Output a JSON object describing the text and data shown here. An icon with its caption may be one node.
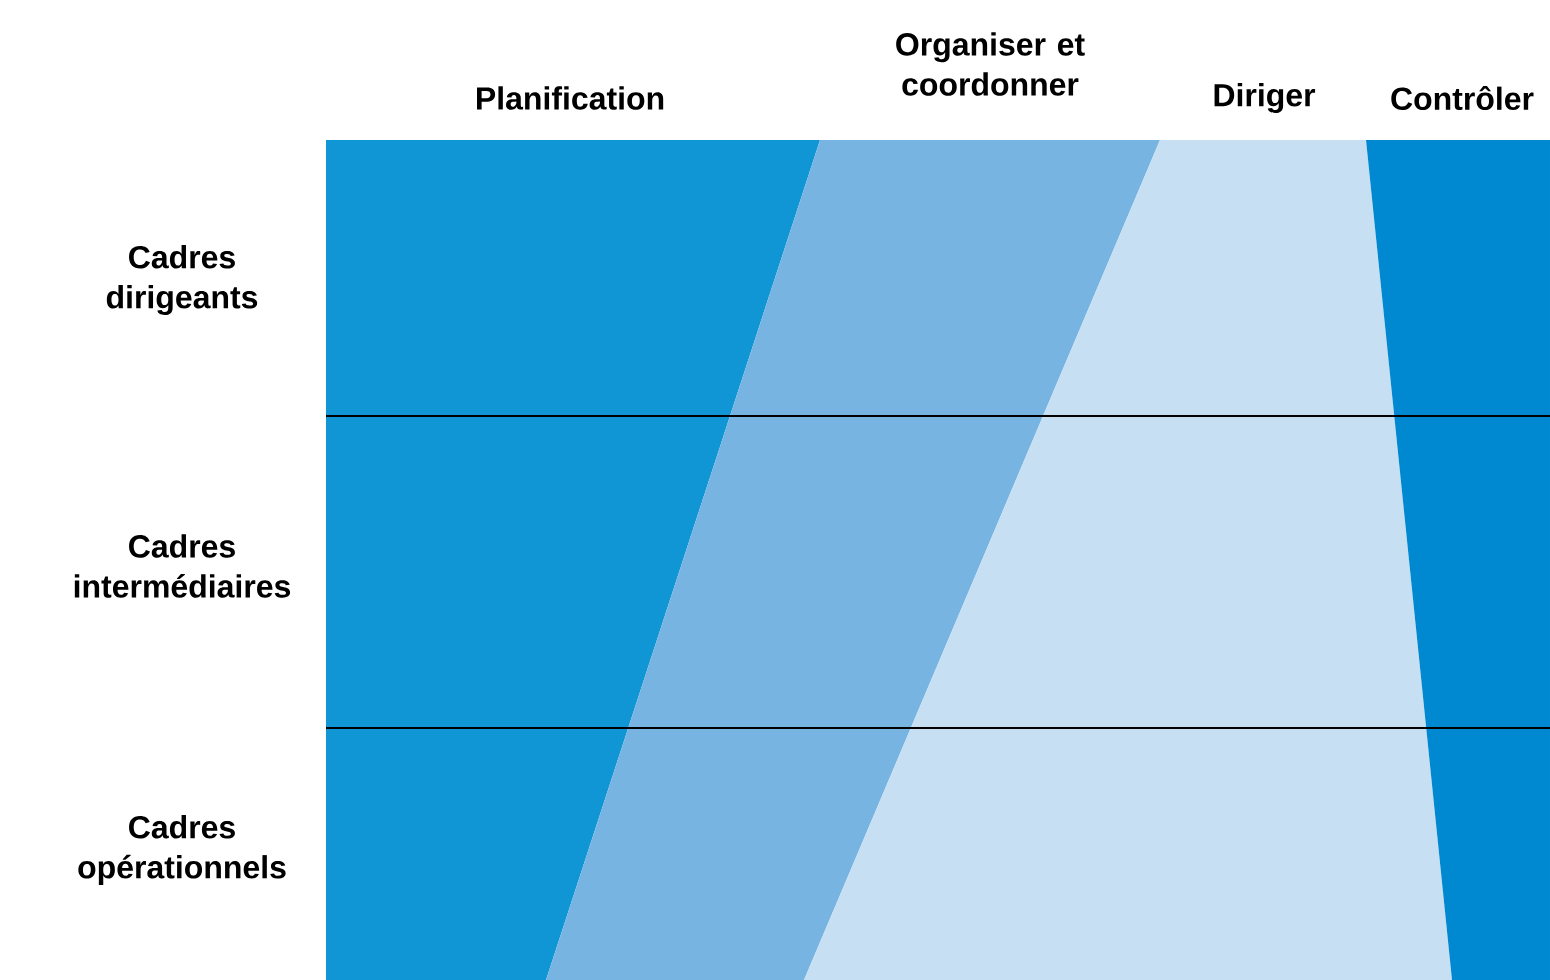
{
  "diagram": {
    "labels": [
      "Planification",
      "Organiser et coordonner",
      "Diriger",
      "Contrôler",
      "Cadres dirigeants",
      "Cadres intermédiaires",
      "Cadres opérationnels"
    ]
  }
}
